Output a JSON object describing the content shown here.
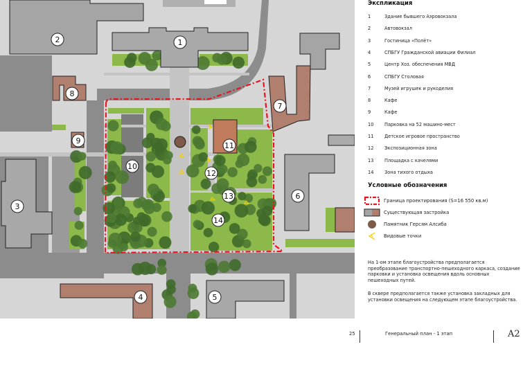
{
  "explication": {
    "title": "Экспликация",
    "items": [
      {
        "num": "1",
        "label": "Здание бывшего Аэровокзала"
      },
      {
        "num": "2",
        "label": "Автовокзал"
      },
      {
        "num": "3",
        "label": "Гостиница «Полёт»"
      },
      {
        "num": "4",
        "label": "СПБГУ Гражданской авиации Филиал"
      },
      {
        "num": "5",
        "label": "Центр Хоз. обеспечения МВД"
      },
      {
        "num": "6",
        "label": "СПБГУ Столовая"
      },
      {
        "num": "7",
        "label": "Музей игрушек и рукоделия"
      },
      {
        "num": "8",
        "label": "Кафе"
      },
      {
        "num": "9",
        "label": "Кафе"
      },
      {
        "num": "10",
        "label": "Парковка на 52 машино-мест"
      },
      {
        "num": "11",
        "label": "Детское игровое пространство"
      },
      {
        "num": "12",
        "label": "Экспозиционная зона"
      },
      {
        "num": "13",
        "label": "Площадка с качелями"
      },
      {
        "num": "14",
        "label": "Зона тихого отдыха"
      }
    ]
  },
  "legend": {
    "title": "Условные обозначения",
    "items": [
      {
        "icon": "boundary-dashed-icon",
        "label": "Граница проектирования (S=16 550 кв.м)"
      },
      {
        "icon": "existing-building-icon",
        "label": "Существующая застройка"
      },
      {
        "icon": "monument-icon",
        "label": "Памятник Герсям Алсиба"
      },
      {
        "icon": "viewpoint-icon",
        "label": "Видовые точки"
      }
    ]
  },
  "description": [
    "На 1-ом этапе благоустройства предполагается преобразование транспортно-пешеходного каркаса, создание парковки и установка освещения вдоль основных пешеходных путей.",
    "В сквере предполагается также установка закладных для установки освещения на следующем этапе благоустройства."
  ],
  "footer": {
    "page_number": "25",
    "sheet_title": "Генеральный план - 1 этап",
    "sheet_code": "A2"
  },
  "map": {
    "markers": [
      "1",
      "2",
      "3",
      "4",
      "5",
      "6",
      "7",
      "8",
      "9",
      "10",
      "11",
      "12",
      "13",
      "14"
    ]
  },
  "colors": {
    "boundary": "#e8141e",
    "building_gray": "#a5a5a5",
    "building_brown": "#b07f6e",
    "lawn": "#8db84a",
    "tree": "#3f6a2a",
    "road": "#8c8c8c",
    "ground": "#d6d6d6",
    "viewpoint": "#f2d000"
  }
}
